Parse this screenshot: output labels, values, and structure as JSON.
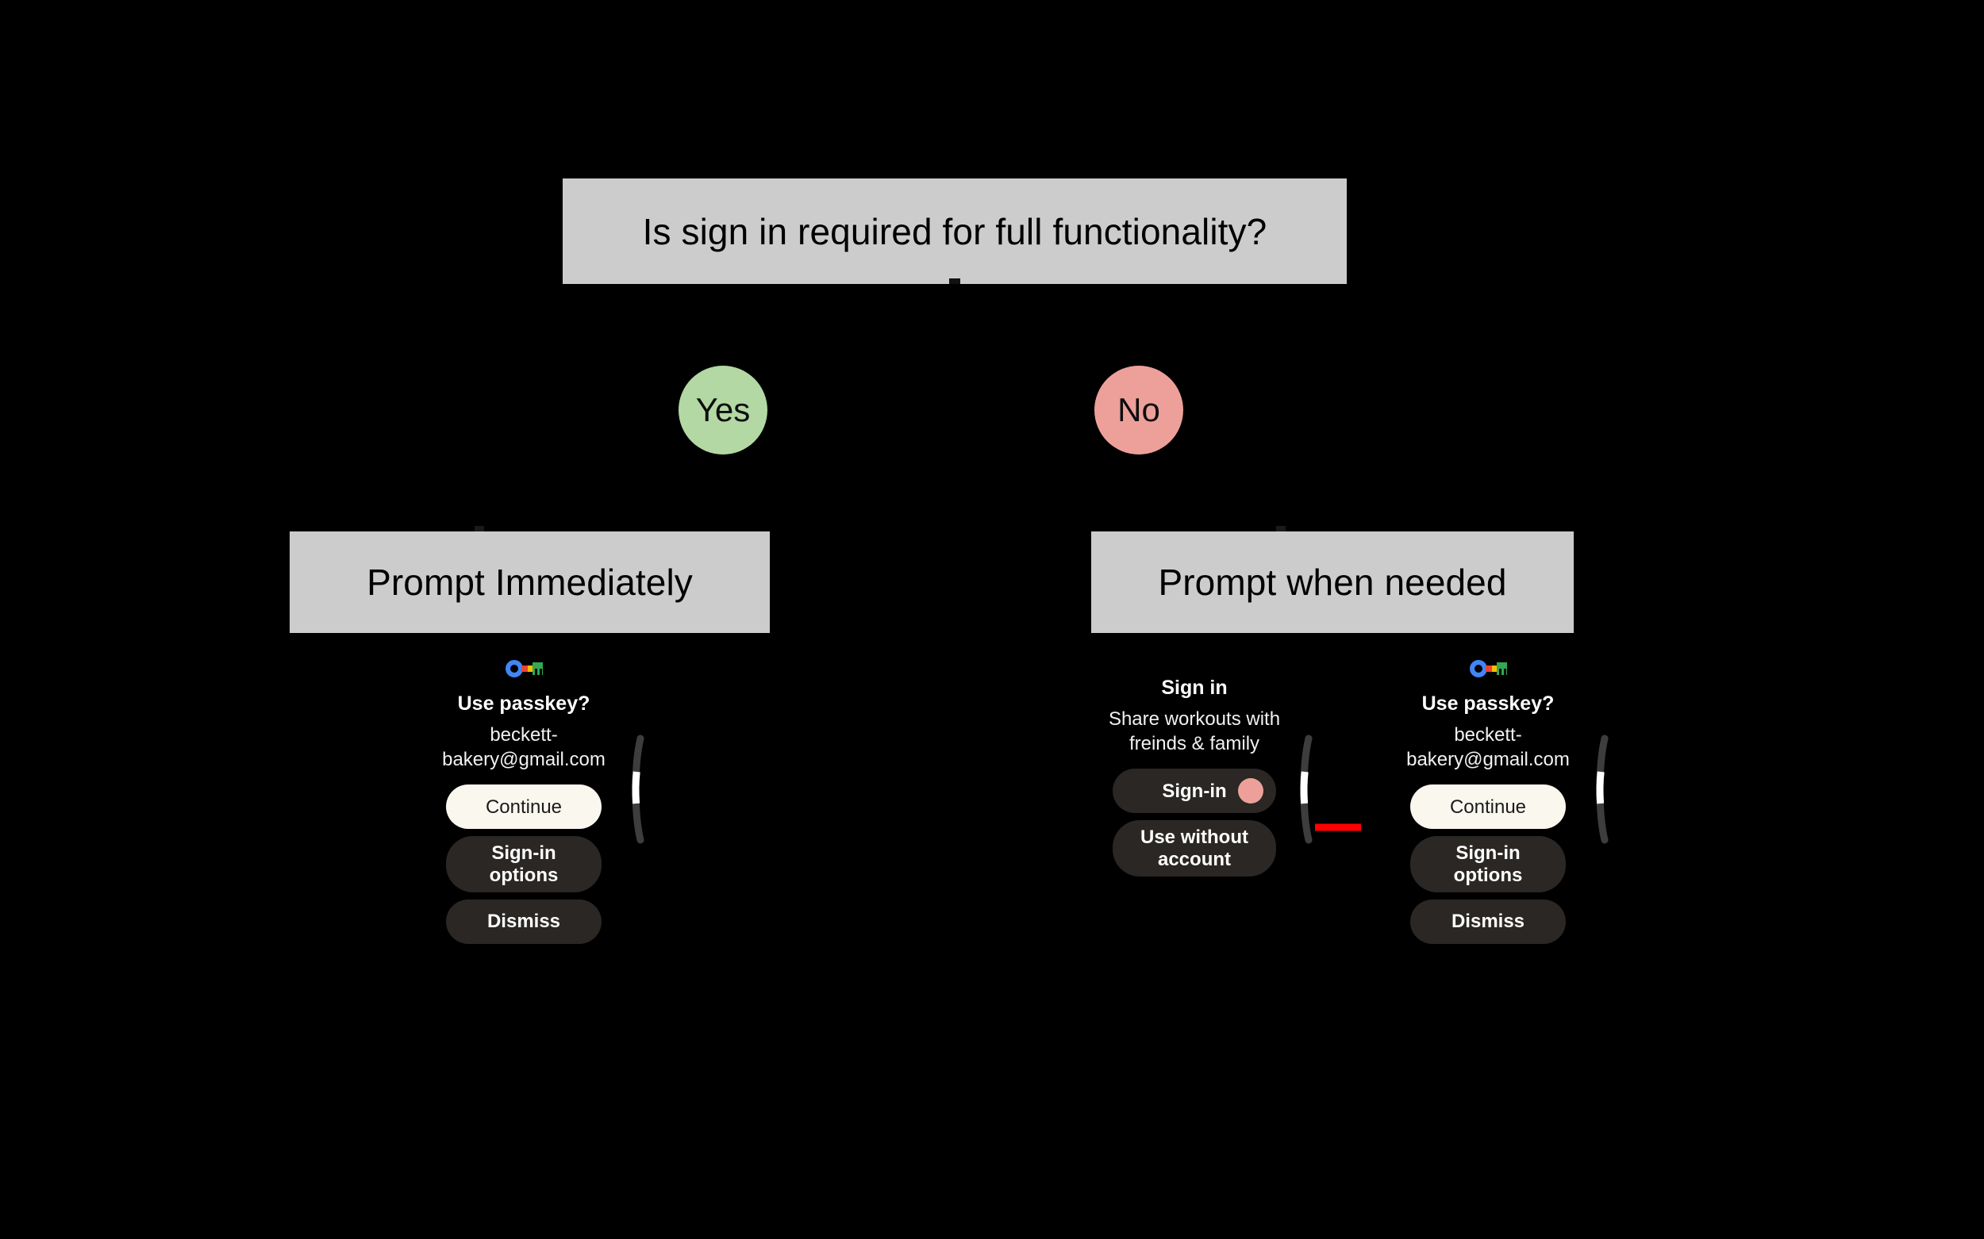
{
  "diagram": {
    "title": "Is sign in required for full functionality?",
    "colors": {
      "background": "#000000",
      "box_fill": "#cccccc",
      "yes_bubble": "#b3d8a4",
      "no_bubble": "#eda09a",
      "arrow": "#ff0000",
      "primary_button": "#faf7ef",
      "secondary_button": "#2a2724"
    },
    "branches": [
      {
        "label": "Yes",
        "outcome": "Prompt Immediately"
      },
      {
        "label": "No",
        "outcome": "Prompt when needed"
      }
    ]
  },
  "question_box": {
    "label": "Is sign in required for full functionality?"
  },
  "outcome_boxes": {
    "left": "Prompt Immediately",
    "right": "Prompt when needed"
  },
  "cards": {
    "left_passkey": {
      "icon": "passkey-icon",
      "title": "Use passkey?",
      "subtitle": "beckett-bakery@gmail.com",
      "buttons": [
        {
          "label": "Continue",
          "style": "primary"
        },
        {
          "label": "Sign-in options",
          "style": "secondary"
        },
        {
          "label": "Dismiss",
          "style": "secondary"
        }
      ]
    },
    "middle_signin": {
      "title": "Sign in",
      "subtitle": "Share workouts with freinds & family",
      "buttons": [
        {
          "label": "Sign-in",
          "style": "secondary",
          "dot": "#eda09a"
        },
        {
          "label": "Use without account",
          "style": "secondary"
        }
      ]
    },
    "right_passkey": {
      "icon": "passkey-icon",
      "title": "Use passkey?",
      "subtitle": "beckett-bakery@gmail.com",
      "buttons": [
        {
          "label": "Continue",
          "style": "primary"
        },
        {
          "label": "Sign-in options",
          "style": "secondary"
        },
        {
          "label": "Dismiss",
          "style": "secondary"
        }
      ]
    }
  }
}
